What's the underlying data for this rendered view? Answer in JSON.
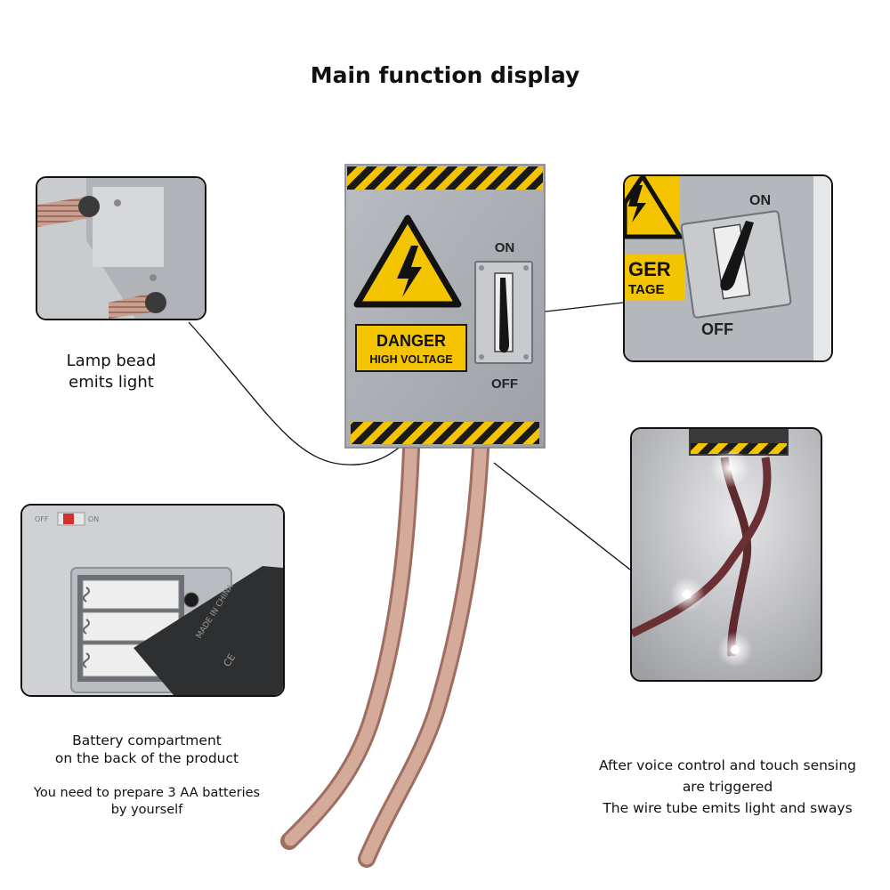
{
  "header": {
    "title": "Main function display"
  },
  "product": {
    "switch_on_label": "ON",
    "switch_off_label": "OFF",
    "danger_label": "DANGER",
    "danger_sub_label": "HIGH VOLTAGE"
  },
  "zoom_switch": {
    "on_label": "ON",
    "off_label": "OFF",
    "danger_fragment": "GER",
    "sub_fragment": "TAGE"
  },
  "captions": {
    "lamp": [
      "Lamp bead",
      "emits light"
    ],
    "battery": [
      "Battery compartment",
      "on the back of the product"
    ],
    "battery_note": [
      "You need to prepare 3 AA batteries",
      "by yourself"
    ],
    "trigger": [
      "After voice control and touch sensing",
      "are triggered",
      "The wire tube emits light and sways"
    ]
  },
  "battery_panel": {
    "switch_off": "OFF",
    "switch_on": "ON",
    "lid_text_1": "MADE IN CHINA",
    "lid_text_2": "CE"
  },
  "colors": {
    "hazard_yellow": "#f5c400",
    "panel_gray": "#a8abb0",
    "wire_copper": "#c89a88",
    "frame": "#111111"
  }
}
